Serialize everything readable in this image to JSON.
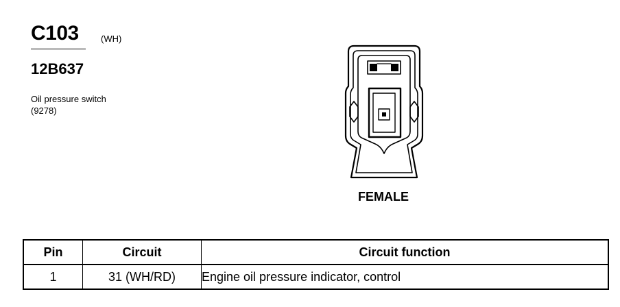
{
  "connector": {
    "id": "C103",
    "color_code": "(WH)",
    "part_number": "12B637",
    "description_line1": "Oil pressure switch",
    "description_line2": "(9278)",
    "gender": "FEMALE"
  },
  "pinout": {
    "headers": {
      "pin": "Pin",
      "circuit": "Circuit",
      "function": "Circuit function"
    },
    "rows": [
      {
        "pin": "1",
        "circuit": "31 (WH/RD)",
        "function": "Engine oil pressure indicator, control"
      }
    ]
  }
}
